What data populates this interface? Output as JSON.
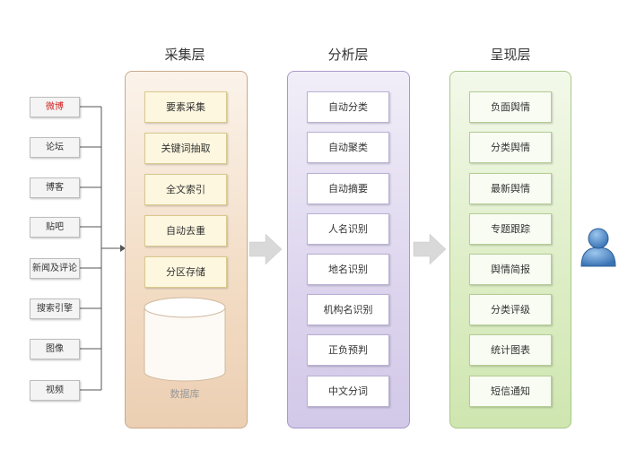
{
  "layers": [
    {
      "title": "采集层",
      "items": [
        "要素采集",
        "关键词抽取",
        "全文索引",
        "自动去重",
        "分区存储"
      ],
      "database_label": "数据库"
    },
    {
      "title": "分析层",
      "items": [
        "自动分类",
        "自动聚类",
        "自动摘要",
        "人名识别",
        "地名识别",
        "机构名识别",
        "正负预判",
        "中文分词"
      ]
    },
    {
      "title": "呈现层",
      "items": [
        "负面舆情",
        "分类舆情",
        "最新舆情",
        "专题跟踪",
        "舆情简报",
        "分类评级",
        "统计图表",
        "短信通知"
      ]
    }
  ],
  "sources": [
    "微博",
    "论坛",
    "博客",
    "贴吧",
    "新闻及评论",
    "搜索引擎",
    "图像",
    "视频"
  ],
  "colors": {
    "highlight_source": "#d02020",
    "arrow": "#d9d9d9",
    "user": "#4a86c5"
  }
}
